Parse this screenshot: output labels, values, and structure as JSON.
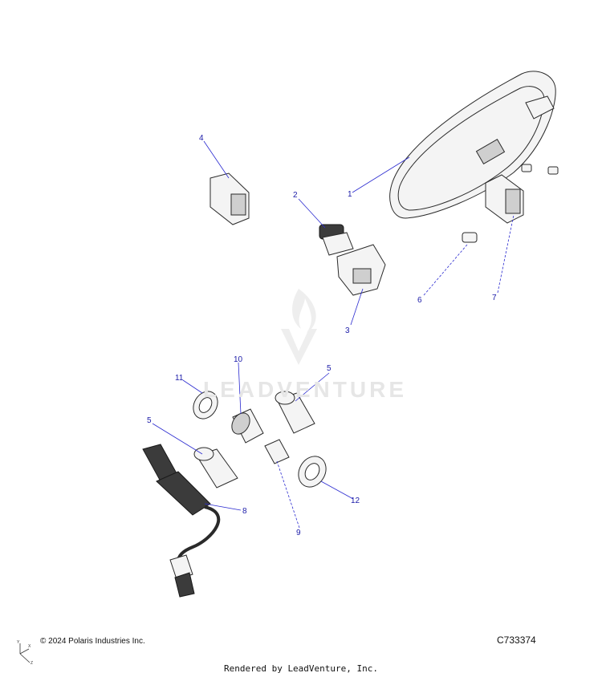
{
  "callouts": [
    {
      "label": "1"
    },
    {
      "label": "2"
    },
    {
      "label": "3"
    },
    {
      "label": "4"
    },
    {
      "label": "5"
    },
    {
      "label": "5"
    },
    {
      "label": "6"
    },
    {
      "label": "7"
    },
    {
      "label": "8"
    },
    {
      "label": "9"
    },
    {
      "label": "10"
    },
    {
      "label": "11"
    },
    {
      "label": "12"
    }
  ],
  "footer": {
    "copyright": "© 2024 Polaris Industries Inc.",
    "drawing_code": "C733374",
    "rendered_by": "Rendered by LeadVenture, Inc."
  },
  "watermark": {
    "text": "LEADVENTURE"
  },
  "axis_triad": {
    "labels": [
      "Y",
      "X",
      "Z"
    ]
  }
}
